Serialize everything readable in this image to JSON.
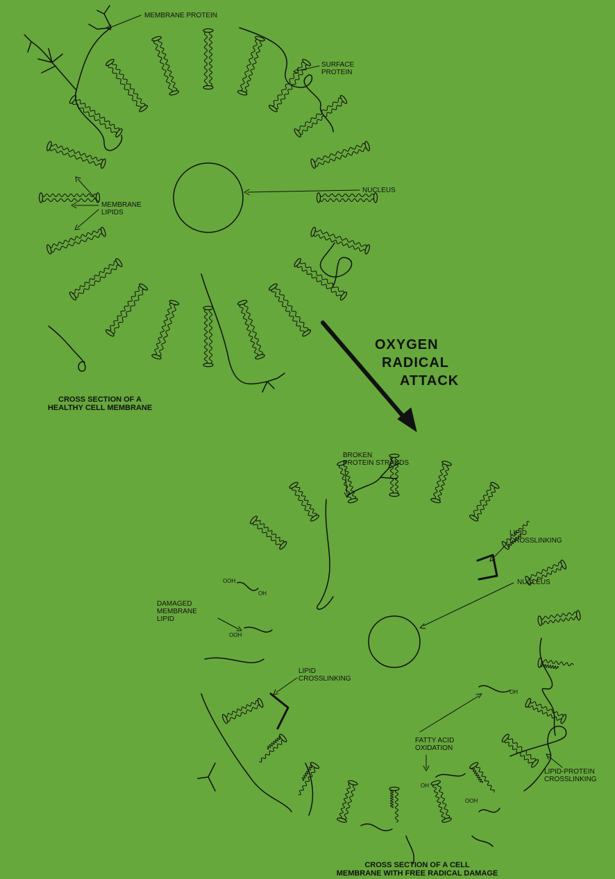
{
  "colors": {
    "background": "#66a83c",
    "ink": "#111111"
  },
  "healthy": {
    "caption": [
      "CROSS SECTION OF A",
      "HEALTHY CELL MEMBRANE"
    ],
    "labels": {
      "membrane_protein": [
        "MEMBRANE PROTEIN"
      ],
      "surface_protein": [
        "SURFACE",
        "PROTEIN"
      ],
      "nucleus": [
        "NUCLEUS"
      ],
      "membrane_lipids": [
        "MEMBRANE",
        "LIPIDS"
      ]
    }
  },
  "attack": {
    "lines": [
      "OXYGEN",
      "RADICAL",
      "ATTACK"
    ]
  },
  "damaged": {
    "caption": [
      "CROSS SECTION OF A CELL",
      "MEMBRANE WITH FREE RADICAL DAMAGE"
    ],
    "labels": {
      "broken_protein": [
        "BROKEN",
        "PROTEIN STRANDS"
      ],
      "lipid_crosslinking_top": [
        "LIPID",
        "CROSSLINKING"
      ],
      "nucleus": [
        "NUCLEUS"
      ],
      "damaged_lipid": [
        "DAMAGED",
        "MEMBRANE",
        "LIPID"
      ],
      "lipid_crosslinking_left": [
        "LIPID",
        "CROSSLINKING"
      ],
      "fatty_acid": [
        "FATTY ACID",
        "OXIDATION"
      ],
      "lipid_protein": [
        "LIPID-PROTEIN",
        "CROSSLINKING"
      ]
    },
    "chem": {
      "ooh": "OOH",
      "oh": "OH"
    }
  }
}
